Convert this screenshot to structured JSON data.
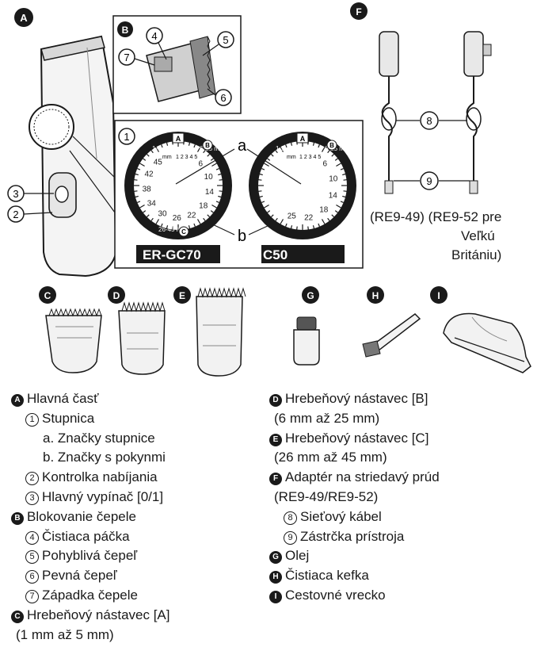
{
  "figure": {
    "badges": {
      "A": "A",
      "B": "B",
      "C": "C",
      "D": "D",
      "E": "E",
      "F": "F",
      "G": "G",
      "H": "H",
      "I": "I"
    },
    "callouts": {
      "n3": "3",
      "n2": "2",
      "n7": "7",
      "n4": "4",
      "n5": "5",
      "n6": "6",
      "n1": "1",
      "n8": "8",
      "n9": "9"
    },
    "dial_letters": {
      "a": "a",
      "b": "b"
    },
    "dial_left": {
      "model_label": "ER-GC70",
      "window_labels": {
        "A": "A",
        "B": "B",
        "C": "C"
      },
      "outer_labels": {
        "top_left": "1-5 mm",
        "top_right": "6-25 mm",
        "bottom": "26-45 mm"
      },
      "inner_small": {
        "mm": "mm",
        "digits": "1 2 3 4 5"
      },
      "numbers": [
        "6",
        "10",
        "14",
        "18",
        "22",
        "26",
        "30",
        "34",
        "38",
        "42",
        "45"
      ]
    },
    "dial_right": {
      "model_label": "C50",
      "window_labels": {
        "A": "A",
        "B": "B"
      },
      "outer_labels": {
        "top_left": "1-5 mm",
        "top_right": "6-25 mm"
      },
      "inner_small": {
        "mm": "mm",
        "digits": "1 2 3 4 5"
      },
      "numbers": [
        "6",
        "10",
        "14",
        "18",
        "22",
        "25"
      ]
    },
    "adapter_caption": {
      "line1": "(RE9-49) (RE9-52 pre",
      "line2": "Veľkú",
      "line3": "Britániu)"
    }
  },
  "legend_left": [
    {
      "badge": "A",
      "text": "Hlavná časť"
    },
    {
      "num": "1",
      "text": "Stupnica"
    },
    {
      "text": "a. Značky stupnice"
    },
    {
      "text": "b. Značky s pokynmi"
    },
    {
      "num": "2",
      "text": "Kontrolka nabíjania"
    },
    {
      "num": "3",
      "text": "Hlavný vypínač [0/1]"
    },
    {
      "badge": "B",
      "text": "Blokovanie čepele"
    },
    {
      "num": "4",
      "text": "Čistiaca páčka"
    },
    {
      "num": "5",
      "text": "Pohyblivá čepeľ"
    },
    {
      "num": "6",
      "text": "Pevná čepeľ"
    },
    {
      "num": "7",
      "text": "Západka čepele"
    },
    {
      "badge": "C",
      "text": "Hrebeňový nástavec [A]"
    },
    {
      "text": "(1 mm až 5 mm)"
    }
  ],
  "legend_right": [
    {
      "badge": "D",
      "text": "Hrebeňový nástavec [B]"
    },
    {
      "text": "(6 mm až 25 mm)"
    },
    {
      "badge": "E",
      "text": "Hrebeňový nástavec [C]"
    },
    {
      "text": "(26 mm až 45 mm)"
    },
    {
      "badge": "F",
      "text": "Adaptér na striedavý prúd"
    },
    {
      "text": "(RE9-49/RE9-52)"
    },
    {
      "num": "8",
      "text": "Sieťový kábel"
    },
    {
      "num": "9",
      "text": "Zástrčka prístroja"
    },
    {
      "badge": "G",
      "text": "Olej"
    },
    {
      "badge": "H",
      "text": "Čistiaca kefka"
    },
    {
      "badge": "I",
      "text": "Cestovné vrecko"
    }
  ]
}
